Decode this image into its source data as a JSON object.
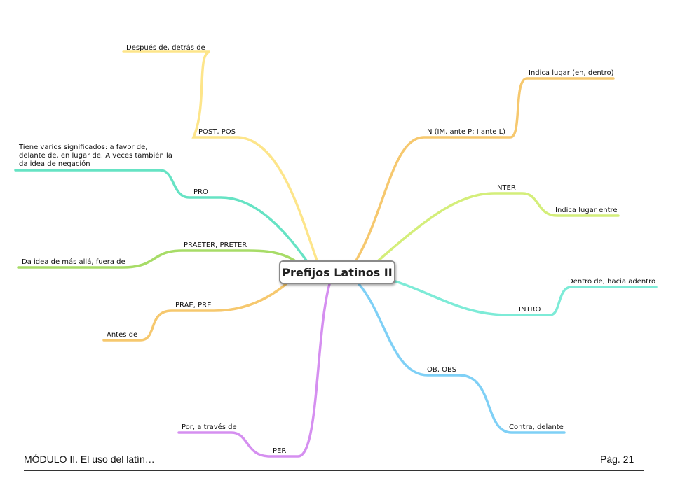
{
  "colors": {
    "yellow": "#fde58a",
    "orange": "#f6c86e",
    "lime": "#d4ee7a",
    "green": "#a7dc67",
    "teal": "#66e3c4",
    "mint": "#7debd7",
    "blue": "#7fd0f6",
    "purple": "#d58ff0"
  },
  "central": {
    "title": "Prefijos Latinos II"
  },
  "branches": {
    "post": {
      "label": "POST, POS",
      "meaning": "Después de, detrás de"
    },
    "pro": {
      "label": "PRO",
      "meaning": "Tiene varios significados: a favor de, delante de, en lugar de. A veces también la da idea de negación"
    },
    "praeter": {
      "label": "PRAETER, PRETER",
      "meaning": "Da idea de más allá, fuera de"
    },
    "prae": {
      "label": "PRAE, PRE",
      "meaning": "Antes de"
    },
    "per": {
      "label": "PER",
      "meaning": "Por, a través de"
    },
    "in": {
      "label": "IN (IM, ante P; I ante L)",
      "meaning": "Indica lugar (en, dentro)"
    },
    "inter": {
      "label": "INTER",
      "meaning": "Indica lugar entre"
    },
    "intro": {
      "label": "INTRO",
      "meaning": "Dentro de, hacia adentro"
    },
    "ob": {
      "label": "OB, OBS",
      "meaning": "Contra, delante"
    }
  },
  "footer": {
    "left": "MÓDULO II. El uso del latín…",
    "right": "Pág. 21"
  }
}
